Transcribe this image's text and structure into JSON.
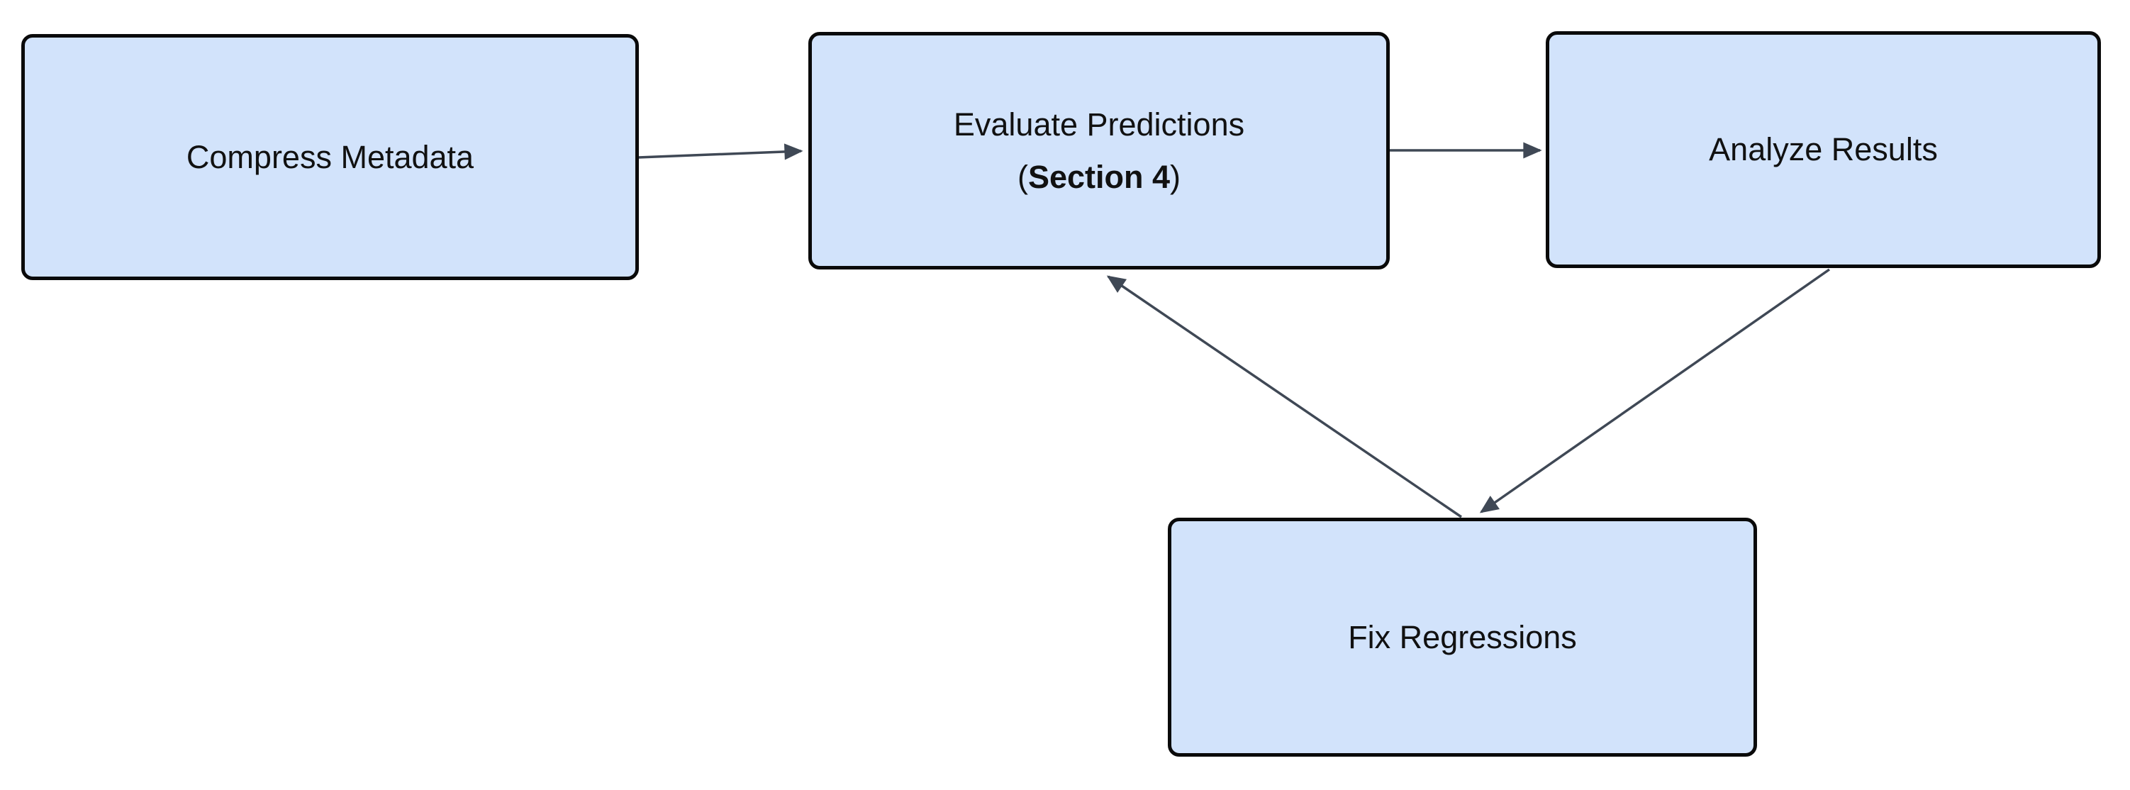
{
  "diagram": {
    "nodes": [
      {
        "id": "compress-metadata",
        "label": "Compress Metadata"
      },
      {
        "id": "evaluate-predictions",
        "line1": "Evaluate Predictions",
        "line2_open": "(",
        "line2_bold": "Section 4",
        "line2_close": ")"
      },
      {
        "id": "analyze-results",
        "label": "Analyze Results"
      },
      {
        "id": "fix-regressions",
        "label": "Fix Regressions"
      }
    ],
    "edges": [
      {
        "from": "Compress Metadata",
        "to": "Evaluate Predictions (Section 4)"
      },
      {
        "from": "Evaluate Predictions (Section 4)",
        "to": "Analyze Results"
      },
      {
        "from": "Analyze Results",
        "to": "Fix Regressions"
      },
      {
        "from": "Fix Regressions",
        "to": "Evaluate Predictions (Section 4)"
      }
    ],
    "colors": {
      "node_fill": "#d2e3fb",
      "node_border": "#0a0a0a",
      "arrow": "#3f4855",
      "text": "#111111",
      "background": "#ffffff"
    }
  }
}
